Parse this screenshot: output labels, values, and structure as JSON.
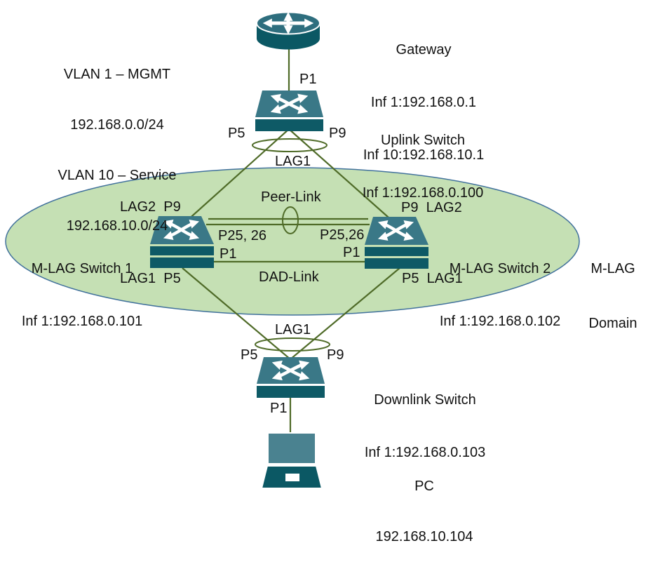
{
  "colors": {
    "line": "#4F6B28",
    "domain_fill": "#C5E0B4",
    "domain_border": "#41719C",
    "switch_top": "#3A7887",
    "switch_base": "#0E5A66",
    "router_top": "#2E6E7E",
    "router_body": "#0B5864",
    "laptop_screen": "#4A8290",
    "laptop_base": "#0B5864"
  },
  "side_note": {
    "line1": "VLAN 1 – MGMT",
    "line2": "192.168.0.0/24",
    "line3": "VLAN 10 – Service",
    "line4": "192.168.10.0/24"
  },
  "nodes": {
    "gateway": {
      "name": "Gateway",
      "inf1": "Inf 1:192.168.0.1",
      "inf2": "Inf 10:192.168.10.1"
    },
    "uplink": {
      "name": "Uplink Switch",
      "inf1": "Inf 1:192.168.0.100"
    },
    "mlag1": {
      "name": "M-LAG Switch 1",
      "inf1": "Inf 1:192.168.0.101"
    },
    "mlag2": {
      "name": "M-LAG Switch 2",
      "inf1": "Inf 1:192.168.0.102"
    },
    "downlink": {
      "name": "Downlink Switch",
      "inf1": "Inf 1:192.168.0.103"
    },
    "pc": {
      "name": "PC",
      "inf1": "192.168.10.104"
    },
    "domain": {
      "line1": "M-LAG",
      "line2": "Domain"
    }
  },
  "ports": {
    "gateway_uplink": "P1",
    "uplink_p5": "P5",
    "uplink_p9": "P9",
    "lag1_upper": "LAG1",
    "peer_link": "Peer-Link",
    "mlag1_lag2_p9": "LAG2  P9",
    "mlag2_p9_lag2": "P9  LAG2",
    "mlag1_p25_26": "P25, 26",
    "mlag2_p25_26": "P25,26",
    "mlag1_p1": "P1",
    "mlag2_p1": "P1",
    "dad_link": "DAD-Link",
    "mlag1_lag1_p5": "LAG1  P5",
    "mlag2_p5_lag1": "P5  LAG1",
    "lag1_lower": "LAG1",
    "downlink_p5": "P5",
    "downlink_p9": "P9",
    "downlink_p1": "P1"
  }
}
